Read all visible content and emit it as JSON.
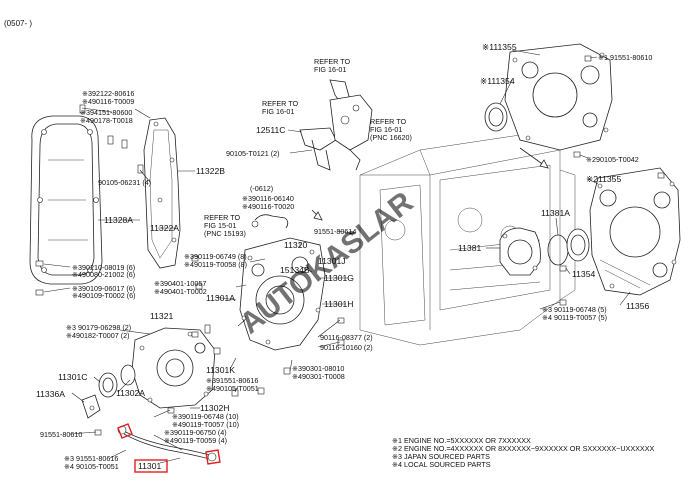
{
  "header": {
    "code": "(0507- )"
  },
  "watermark": "AUTOKASLAR",
  "refs": [
    {
      "line1": "REFER TO",
      "line2": "FIG 16-01"
    },
    {
      "line1": "REFER TO",
      "line2": "FIG 16-01"
    },
    {
      "line1": "REFER TO",
      "line2": "FIG 16-01",
      "line3": "(PNC 16620)"
    },
    {
      "line1": "REFER TO",
      "line2": "FIG 15-01",
      "line3": "(PNC 15193)"
    }
  ],
  "labels": {
    "l392122": "※392122-80616",
    "l490116_9": "※490116-T0009",
    "l394151": "※394151-80600",
    "l490178": "※490178-T0018",
    "l90105_06231": "90105-06231 (4)",
    "l11322b": "11322B",
    "l11328a": "11328A",
    "l11322a": "11322A",
    "l390210": "※390210-08019 (6)",
    "l490080": "※490080-21002 (6)",
    "l390109": "※390109-06017 (6)",
    "l490109": "※490109-T0002 (6)",
    "l12511c": "12511C",
    "l90105_t0121": "90105-T0121 (2)",
    "l0612": "(-0612)",
    "l390116_6140": "※390116-06140",
    "l490116_20": "※490116-T0020",
    "l91551_80614": "91551-80614",
    "l390119_06749": "※390119-06749 (8)",
    "l490119_t0058": "※490119-T0058 (8)",
    "l11320": "11320",
    "l15134b": "15134B",
    "l11301j": "11301J",
    "l11301g": "11301G",
    "l11301h": "11301H",
    "l390401": "※390401-10057",
    "l490401": "※490401-T0002",
    "l11301a": "11301A",
    "l11321": "11321",
    "l390179": "※3 90179-06298 (2)",
    "l490182": "※490182-T0007 (2)",
    "l90116_08377": "90116-08377 (2)",
    "l90116_10160": "90116-10160 (2)",
    "l390301": "※390301-08010",
    "l490301": "※490301-T0008",
    "l11301k": "11301K",
    "l391551_80616": "※391551-80616",
    "l490105_t0051": "※490105-T0051",
    "l11301c": "11301C",
    "l11302a": "11302A",
    "l11336a": "11336A",
    "l11302h": "11302H",
    "l390119_06748_10": "※390119-06748 (10)",
    "l490119_t0057_10": "※490119-T0057 (10)",
    "l390119_06750": "※390119-06750 (4)",
    "l490119_t0059": "※490119-T0059 (4)",
    "l91551_80610_b": "91551-80610",
    "l3_91551_80616": "※3 91551-80616",
    "l4_90105_t0051": "※4 90105-T0051",
    "l11301": "11301",
    "l11355": "※111355",
    "l11354_top": "※111354",
    "l91551_80610_t": "※1 91551-80610",
    "l290105": "※290105-T0042",
    "l211355": "※211355",
    "l11381a": "11381A",
    "l11381": "11381",
    "l11354": "11354",
    "l390119_06748_5": "※3 90119-06748 (5)",
    "l490119_t0057_5": "※4 90119-T0057 (5)",
    "l11356": "11356"
  },
  "legend": [
    "※1 ENGINE NO.=5XXXXXX OR 7XXXXXX",
    "※2 ENGINE NO.=4XXXXXX OR 8XXXXXX~9XXXXXX OR SXXXXXX~UXXXXXX",
    "※3 JAPAN SOURCED PARTS",
    "※4 LOCAL SOURCED PARTS"
  ]
}
